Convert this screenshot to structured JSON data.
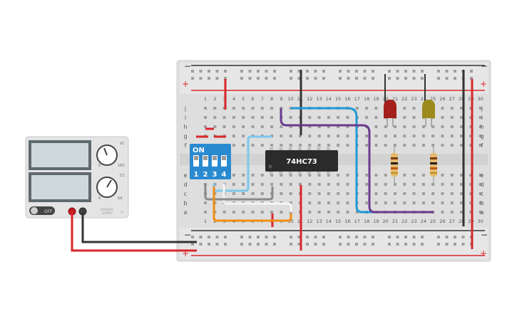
{
  "breadboard": {
    "rail_minus": "−",
    "rail_plus": "+",
    "column_numbers": [
      "1",
      "2",
      "3",
      "4",
      "5",
      "6",
      "7",
      "8",
      "9",
      "10",
      "11",
      "12",
      "13",
      "14",
      "15",
      "16",
      "17",
      "18",
      "19",
      "20",
      "21",
      "22",
      "23",
      "24",
      "25",
      "26",
      "27",
      "28",
      "29",
      "30"
    ],
    "row_letters_top": [
      "j",
      "i",
      "h",
      "g",
      "f"
    ],
    "row_letters_bottom": [
      "e",
      "d",
      "c",
      "b",
      "a"
    ]
  },
  "chip": {
    "label": "74HC73"
  },
  "dip_switch": {
    "on_label": "ON",
    "switch_numbers": [
      "1",
      "2",
      "3",
      "4"
    ]
  },
  "power_supply": {
    "switch_label": "OFF",
    "knob_top_label": "VC",
    "knob_top_scale_min": "0",
    "knob_top_scale_max": "16V",
    "knob_bottom_label": "CC",
    "knob_bottom_scale_min": "0",
    "knob_bottom_scale_max": "5A",
    "brand_line1": "VOLTAGE",
    "brand_line2": "SUPPLY"
  },
  "leds": [
    {
      "name": "red-led",
      "color": "#a3201b"
    },
    {
      "name": "yellow-led",
      "color": "#9c8a1c"
    }
  ],
  "wire_colors": {
    "red": "#d8262b",
    "black": "#333333",
    "blue": "#1e9ad6",
    "light_blue": "#7cc7ea",
    "purple": "#6a3a8e",
    "orange": "#f08c12",
    "white": "#f5f5f5",
    "gray": "#8a8a8a"
  }
}
